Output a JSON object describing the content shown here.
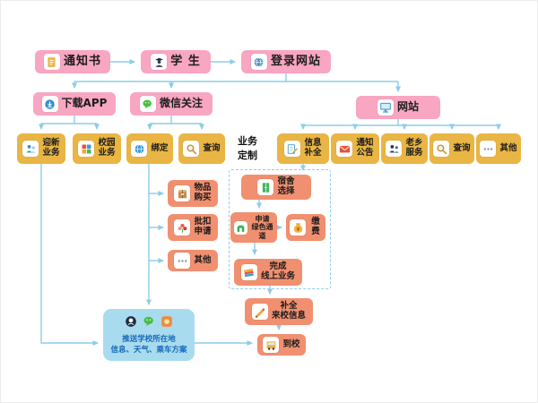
{
  "colors": {
    "pink_node": "#F8A6C2",
    "gold_node": "#E9B544",
    "salmon_node": "#F19070",
    "blue_panel": "#A9DBEF",
    "arrow": "#8CCDE8",
    "text": "#1C1C1C",
    "panel_text": "#1668B8"
  },
  "nodes": {
    "notice_letter": {
      "label": "通知书",
      "icon": "document-icon"
    },
    "student": {
      "label": "学 生",
      "icon": "student-icon"
    },
    "login_site": {
      "label": "登录网站",
      "icon": "globe-icon"
    },
    "download_app": {
      "label": "下载APP",
      "icon": "download-icon"
    },
    "wechat_follow": {
      "label": "微信关注",
      "icon": "wechat-icon"
    },
    "website": {
      "label": "网站",
      "icon": "monitor-icon"
    },
    "welcome_business": {
      "label": "迎新\n业务",
      "icon": "people-blue-icon"
    },
    "campus_business": {
      "label": "校园\n业务",
      "icon": "grid-icon"
    },
    "bind": {
      "label": "绑定",
      "icon": "globe-icon"
    },
    "query_wechat": {
      "label": "查询",
      "icon": "magnifier-icon"
    },
    "biz_custom": {
      "label": "业务\n定制"
    },
    "info_complete": {
      "label": "信息\n补全",
      "icon": "form-pencil-icon"
    },
    "notice_announce": {
      "label": "通知\n公告",
      "icon": "envelope-icon"
    },
    "hometown_service": {
      "label": "老乡\n服务",
      "icon": "people-dark-icon"
    },
    "query_site": {
      "label": "查询",
      "icon": "magnifier-icon"
    },
    "other_site": {
      "label": "其他",
      "icon": "ellipsis-icon"
    },
    "item_purchase": {
      "label": "物品\n购买",
      "icon": "package-icon"
    },
    "batch_deduct": {
      "label": "批扣\n申请",
      "icon": "flower-icon"
    },
    "other_app": {
      "label": "其他",
      "icon": "ellipsis-icon"
    },
    "dorm_select": {
      "label": "宿舍\n选择",
      "icon": "cabinet-icon"
    },
    "green_channel": {
      "label": "申请\n绿色通道",
      "icon": "arch-door-icon"
    },
    "pay": {
      "label": "缴费",
      "icon": "moneybag-icon"
    },
    "complete_online": {
      "label": "完成\n线上业务",
      "icon": "cards-icon"
    },
    "arrival_info": {
      "label": "补全\n来校信息",
      "icon": "pen-icon"
    },
    "arrive": {
      "label": "到校",
      "icon": "bus-icon"
    },
    "push_info": {
      "label": "推送学校所在地\n信息、天气、乘车方案",
      "icons": [
        "chat-app-icon",
        "wechat-icon",
        "weather-app-icon"
      ]
    }
  },
  "edges": [
    {
      "from": "通知书",
      "to": "学生"
    },
    {
      "from": "学生",
      "to": "登录网站"
    },
    {
      "from": "登录网站",
      "to": "下载APP"
    },
    {
      "from": "登录网站",
      "to": "微信关注"
    },
    {
      "from": "登录网站",
      "to": "网站"
    },
    {
      "from": "下载APP",
      "to": "迎新业务"
    },
    {
      "from": "下载APP",
      "to": "校园业务"
    },
    {
      "from": "微信关注",
      "to": "绑定"
    },
    {
      "from": "微信关注",
      "to": "查询"
    },
    {
      "from": "网站",
      "to": "信息补全"
    },
    {
      "from": "网站",
      "to": "通知公告"
    },
    {
      "from": "网站",
      "to": "老乡服务"
    },
    {
      "from": "网站",
      "to": "查询"
    },
    {
      "from": "网站",
      "to": "其他"
    },
    {
      "from": "绑定",
      "to": "物品购买"
    },
    {
      "from": "绑定",
      "to": "批扣申请"
    },
    {
      "from": "绑定",
      "to": "其他"
    },
    {
      "from": "绑定",
      "to": "推送学校所在地信息、天气、乘车方案"
    },
    {
      "from": "迎新业务",
      "to": "推送学校所在地信息、天气、乘车方案"
    },
    {
      "from": "信息补全",
      "to": "宿舍选择"
    },
    {
      "from": "宿舍选择",
      "to": "申请绿色通道"
    },
    {
      "from": "申请绿色通道",
      "to": "缴费"
    },
    {
      "from": "申请绿色通道",
      "to": "完成线上业务"
    },
    {
      "from": "完成线上业务",
      "to": "补全来校信息"
    },
    {
      "from": "补全来校信息",
      "to": "到校"
    },
    {
      "from": "推送学校所在地信息、天气、乘车方案",
      "to": "到校"
    }
  ]
}
